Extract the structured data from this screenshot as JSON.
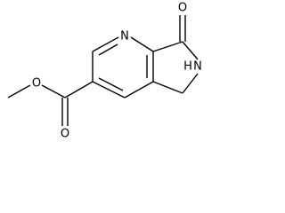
{
  "molecule": {
    "atoms": {
      "ring_nitrogen": "N",
      "lactam_nitrogen": "N",
      "lactam_hydrogen": "H",
      "carbonyl_oxygen": "O",
      "ester_carbonyl_oxygen": "O",
      "ester_ether_oxygen": "O"
    }
  }
}
